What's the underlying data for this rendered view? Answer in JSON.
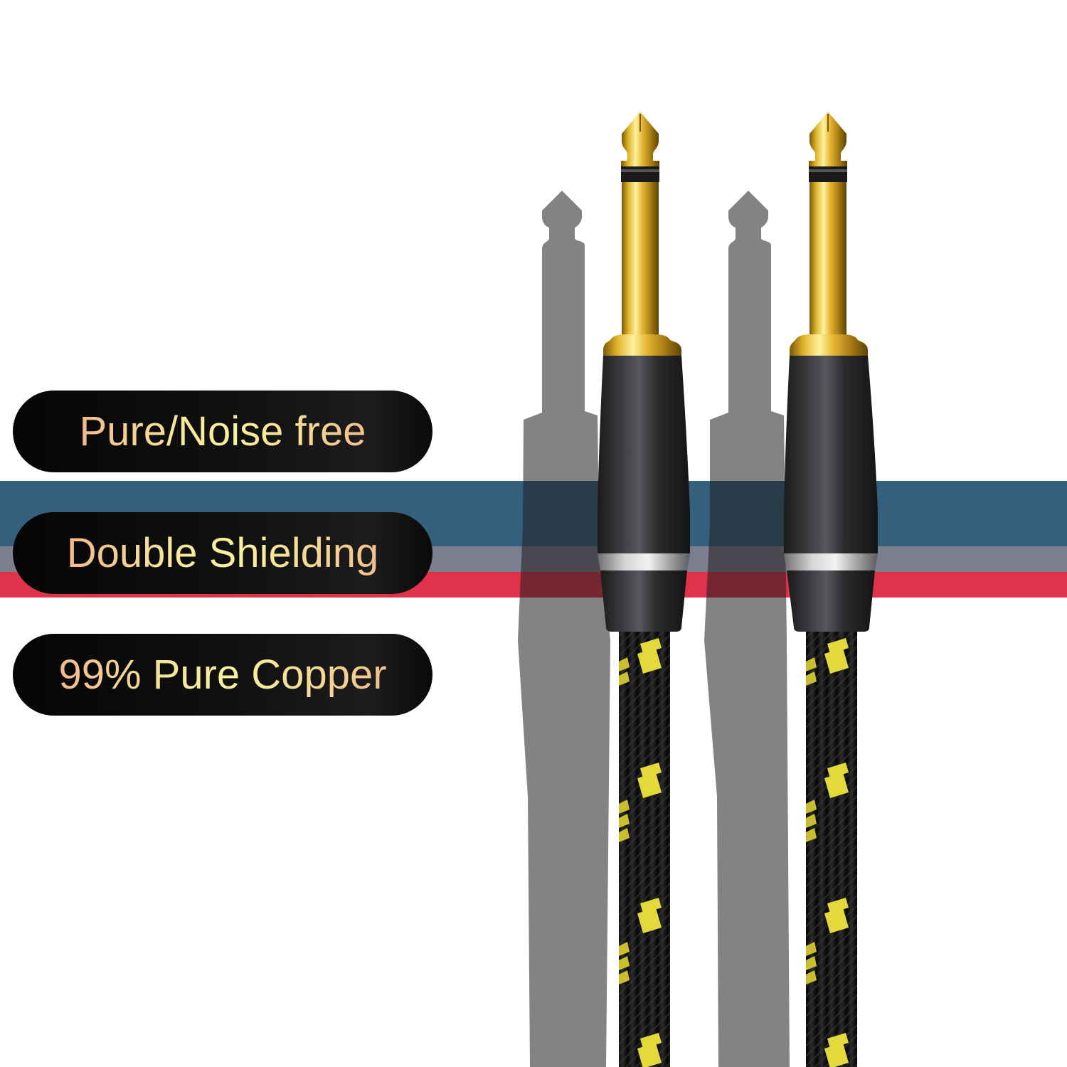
{
  "background": "#ffffff",
  "stripes": [
    {
      "name": "blue",
      "color": "#34607e"
    },
    {
      "name": "gray",
      "color": "#7d7e90"
    },
    {
      "name": "red",
      "color": "#e0324a"
    }
  ],
  "feature_labels": [
    {
      "text": "Pure/Noise free"
    },
    {
      "text": "Double Shielding"
    },
    {
      "text": "99% Pure Copper"
    }
  ],
  "product": {
    "description": "Two 1/4 inch (6.35mm) mono jack plugs, gold-plated tips, black barrel with silver ring, black & yellow braided cable, with gray silhouette shadows",
    "plug_count": 2,
    "colors": {
      "gold": "#d9a820",
      "barrel": "#2b2c2e",
      "ring": "#b8babb",
      "braid": "#141414",
      "braid_accent": "#e8dc3a",
      "shadow": "#8b8b8b"
    }
  }
}
